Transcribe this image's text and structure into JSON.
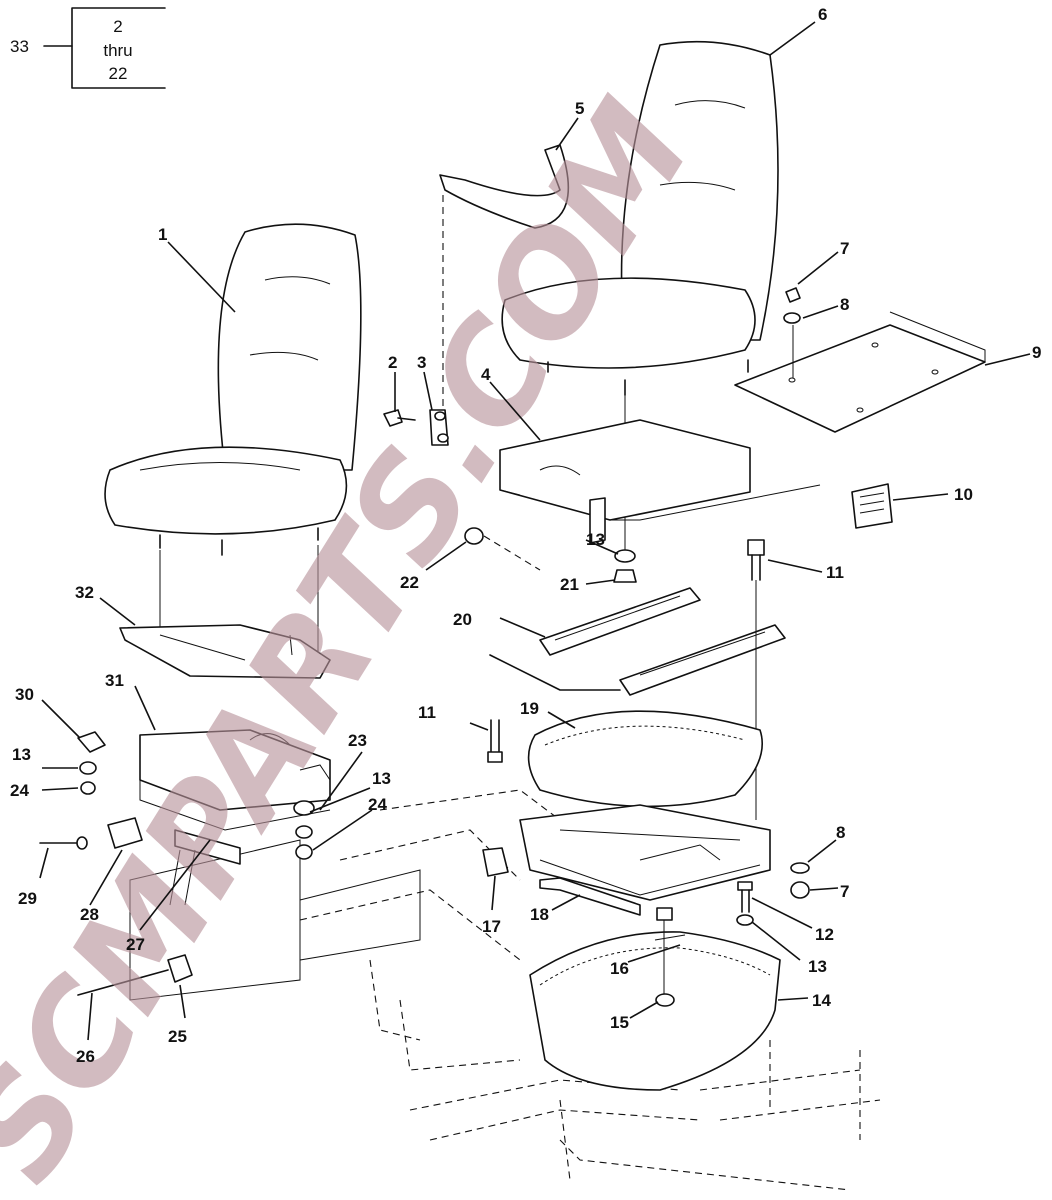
{
  "reference_box": {
    "item": "33",
    "range_start": "2",
    "range_word": "thru",
    "range_end": "22"
  },
  "callouts": {
    "c1": "1",
    "c2": "2",
    "c3": "3",
    "c4": "4",
    "c5": "5",
    "c6": "6",
    "c7a": "7",
    "c7b": "7",
    "c8a": "8",
    "c8b": "8",
    "c9": "9",
    "c10": "10",
    "c11a": "11",
    "c11b": "11",
    "c12": "12",
    "c13a": "13",
    "c13b": "13",
    "c13c": "13",
    "c13d": "13",
    "c14": "14",
    "c15": "15",
    "c16": "16",
    "c17": "17",
    "c18": "18",
    "c19": "19",
    "c20": "20",
    "c21": "21",
    "c22": "22",
    "c23": "23",
    "c24a": "24",
    "c24b": "24",
    "c25": "25",
    "c26": "26",
    "c27": "27",
    "c28": "28",
    "c29": "29",
    "c30": "30",
    "c31": "31",
    "c32": "32"
  },
  "watermark": {
    "text": "SCMPARTS.COM",
    "color": "#b8929a"
  }
}
